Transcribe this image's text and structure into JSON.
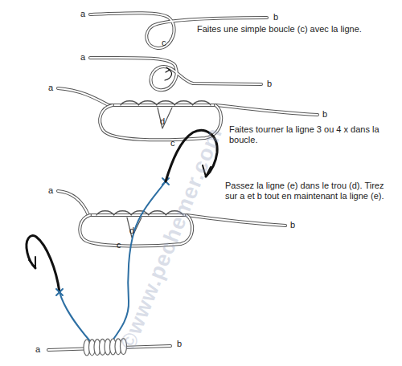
{
  "diagram": {
    "labels": [
      "a",
      "b",
      "c",
      "Faites une simple boucle (c) avec la ligne.",
      "a",
      "b",
      "a",
      "b",
      "d",
      "c",
      "Faites tourner la ligne 3 ou 4 x dans la boucle.",
      "Passez la ligne (e) dans le trou (d). Tirez sur a et b tout en maintenant la ligne (e).",
      "a",
      "b",
      "d",
      "c",
      "a",
      "b",
      "©www.pechemer.com"
    ]
  }
}
